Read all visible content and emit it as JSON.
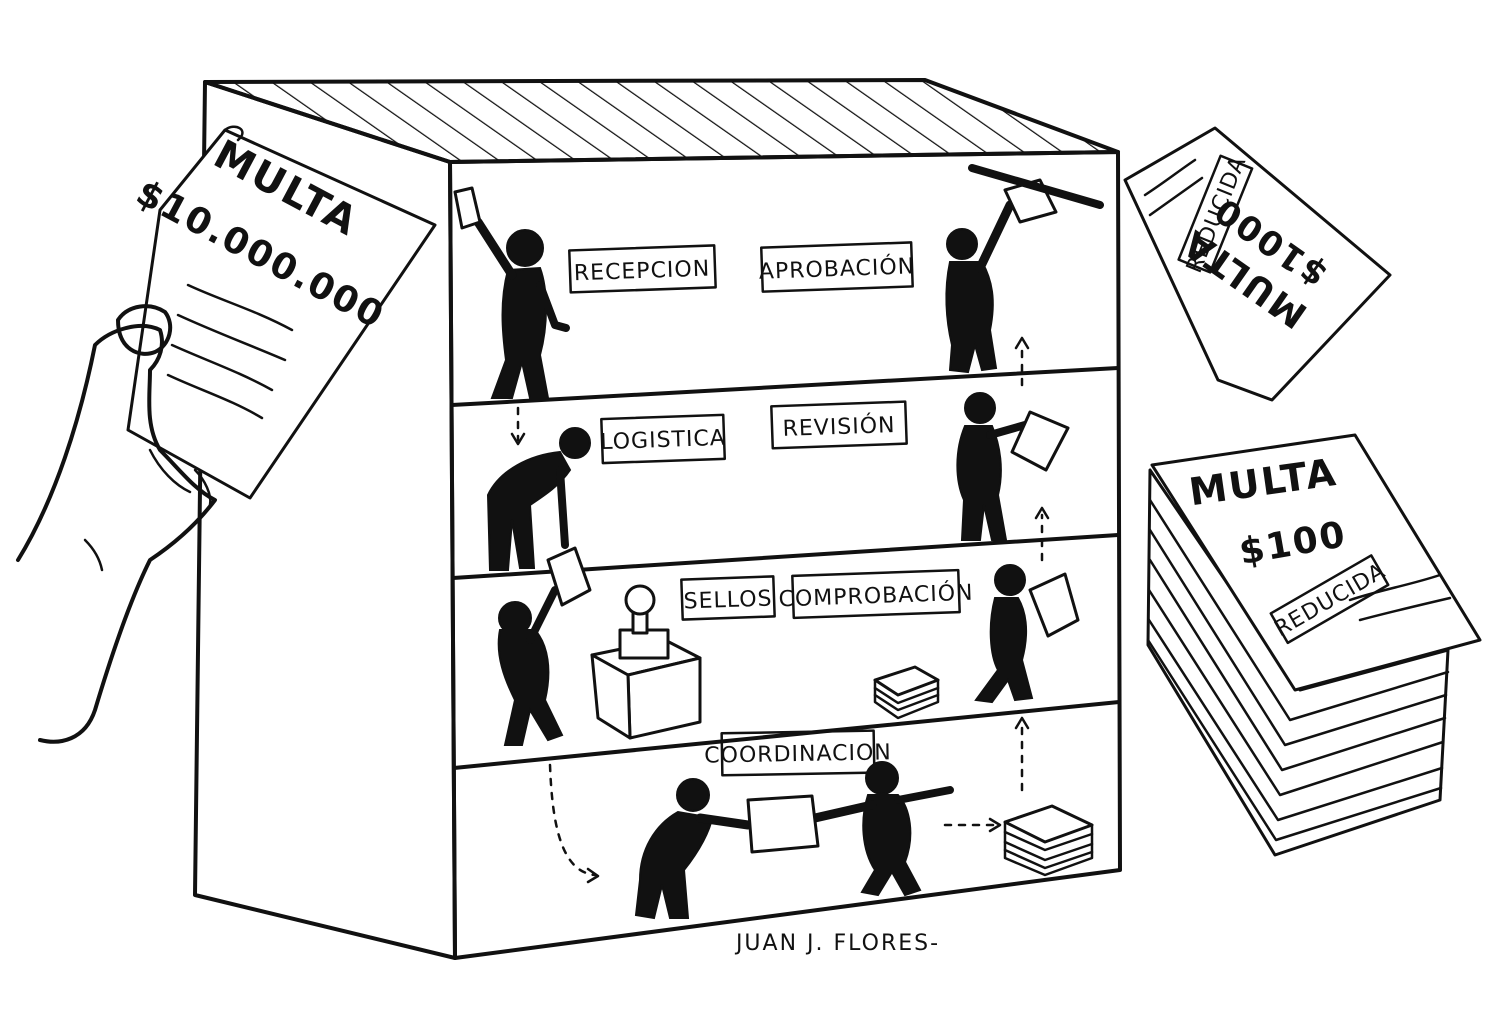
{
  "cartoon": {
    "shelf_labels": {
      "recepcion": "RECEPCION",
      "aprobacion": "APROBACIÓN",
      "logistica": "LOGISTICA",
      "revision": "REVISIÓN",
      "sellos": "SELLOS",
      "comprobacion": "COMPROBACIÓN",
      "coordinacion": "COORDINACION"
    },
    "fine_left": {
      "title": "MULTA",
      "amount": "$10.000.000"
    },
    "fine_right_top": {
      "title": "MULTA",
      "amount": "$1000",
      "stamp": "REDUCIDA"
    },
    "fine_right_stack": {
      "title": "MULTA",
      "amount": "$100",
      "stamp": "REDUCIDA"
    },
    "signature": "JUAN J. FLORES-"
  }
}
